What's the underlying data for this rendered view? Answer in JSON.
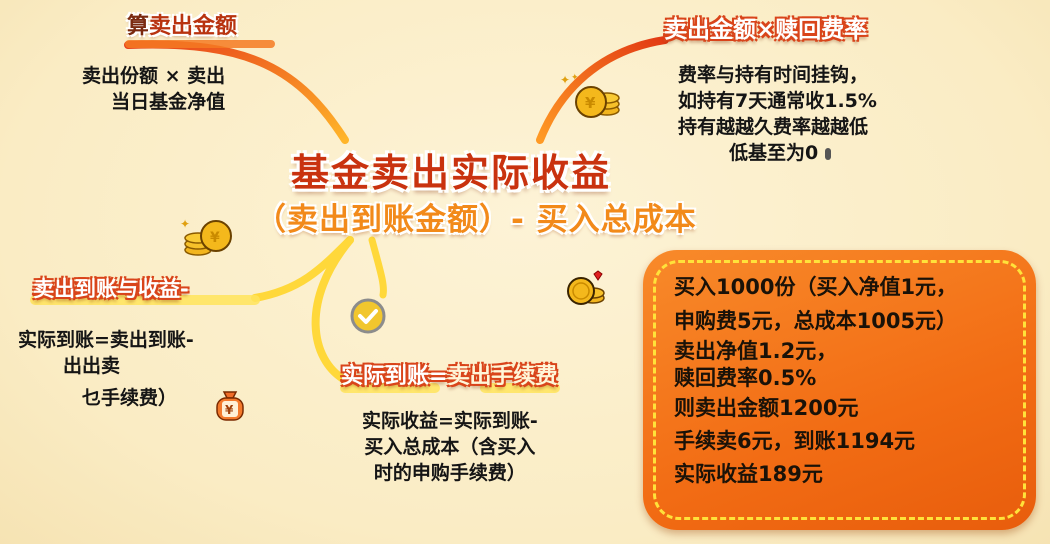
{
  "title": {
    "main": "基金卖出实际收益",
    "formula": "（卖出到账金额）- 买入总成本"
  },
  "nodes": {
    "sell_amount": {
      "label_lead": "算",
      "label_rest": "卖出金额",
      "lines": [
        "卖出份额 × 卖出",
        "当日基金净值"
      ]
    },
    "redemption_fee": {
      "label": "卖出金额×赎回费率",
      "lines": [
        "费率与持有时间挂钩，",
        "如持有7天通常收1.5%",
        "持有越越久费率越越低",
        "低基至为0"
      ]
    },
    "proceeds_and_gain": {
      "label": "卖出到账与收益-",
      "lines": [
        "实际到账=卖出到账-",
        "出出卖",
        "乜手续费）"
      ]
    },
    "actual_received": {
      "label_part1": "实际到账",
      "label_eq": "=",
      "label_part2": "卖出手续费",
      "lines": [
        "实际收益=实际到账-",
        "买入总成本（含买入",
        "时的申购手续费）"
      ]
    }
  },
  "example": {
    "lines": [
      "买入1000份（买入净值1元，",
      "申购费5元，总成本1005元）",
      "卖出净值1.2元，",
      "赎回费率0.5%",
      "则卖出金额1200元",
      "手续卖6元，到账1194元",
      "实际收益189元"
    ]
  },
  "icons": {
    "coins_top_right": "coin-stack-icon",
    "coins_left": "coin-stack-icon",
    "coins_heart": "coin-with-heart-icon",
    "check": "check-badge-icon",
    "money_bag": "money-bag-icon",
    "sparkle": "sparkle-icon"
  },
  "colors": {
    "background": "#faecc4",
    "title_red": "#c9320f",
    "formula_orange": "#f28a1a",
    "curve_orange": "#f0611a",
    "curve_yellow": "#ffd83a",
    "box_orange": "#f26c14",
    "box_dash": "#ffe23a"
  }
}
